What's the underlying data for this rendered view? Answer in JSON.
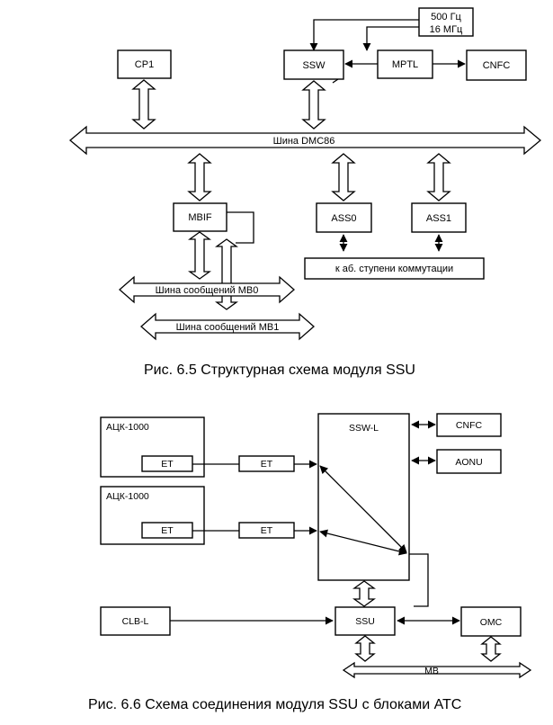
{
  "fig65": {
    "clock_lines": [
      "500 Гц",
      "16 МГц"
    ],
    "cp1": "CP1",
    "ssw": "SSW",
    "mptl": "MPTL",
    "cnfc": "CNFC",
    "bus": "Шина DMC86",
    "mbif": "MBIF",
    "ass0": "ASS0",
    "ass1": "ASS1",
    "stage_link": "к аб. ступени коммутации",
    "mb0": "Шина сообщений MB0",
    "mb1": "Шина сообщений MB1",
    "caption": "Рис. 6.5   Структурная схема модуля SSU"
  },
  "fig66": {
    "atc1_title": "АЦК-1000",
    "atc1_et": "ET",
    "et1": "ET",
    "atc2_title": "АЦК-1000",
    "atc2_et": "ET",
    "et2": "ET",
    "sswl": "SSW-L",
    "cnfc": "CNFC",
    "aonu": "AONU",
    "clbl": "CLB-L",
    "ssu": "SSU",
    "omc": "OMC",
    "mb": "MB",
    "caption": "Рис. 6.6   Схема соединения модуля SSU с блоками АТС"
  }
}
